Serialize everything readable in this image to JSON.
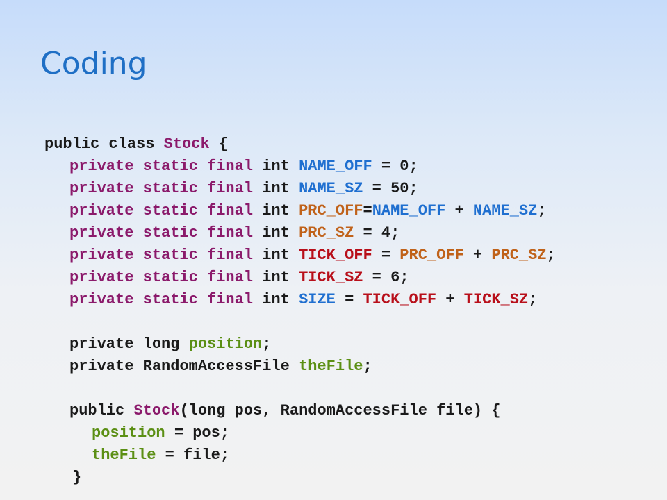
{
  "slide": {
    "title": "Coding"
  },
  "colors": {
    "title": "#1f6fc5",
    "keyword": "#8b1a6b",
    "constant_blue": "#1f6fd0",
    "constant_orange": "#c0621a",
    "constant_red": "#b80f1a",
    "field_green": "#5b8f14",
    "plain": "#1a1a1a"
  },
  "code": {
    "line1": {
      "a": "public class ",
      "b": "Stock",
      "c": " {"
    },
    "line2": {
      "a": "private static final ",
      "b": "int ",
      "c": "NAME_OFF",
      "d": " = 0;"
    },
    "line3": {
      "a": "private static final ",
      "b": "int ",
      "c": "NAME_SZ",
      "d": " = 50;"
    },
    "line4": {
      "a": "private static final ",
      "b": "int ",
      "c": "PRC_OFF",
      "d": "=",
      "e": "NAME_OFF",
      "f": " + ",
      "g": "NAME_SZ",
      "h": ";"
    },
    "line5": {
      "a": "private static final ",
      "b": "int ",
      "c": "PRC_SZ",
      "d": " = 4;"
    },
    "line6": {
      "a": "private static final ",
      "b": "int ",
      "c": "TICK_OFF",
      "d": " = ",
      "e": "PRC_OFF",
      "f": " + ",
      "g": "PRC_SZ",
      "h": ";"
    },
    "line7": {
      "a": "private static final ",
      "b": "int ",
      "c": "TICK_SZ",
      "d": " = 6;"
    },
    "line8": {
      "a": "private static final ",
      "b": "int ",
      "c": "SIZE",
      "d": " = ",
      "e": "TICK_OFF",
      "f": " + ",
      "g": "TICK_SZ",
      "h": ";"
    },
    "line9": {
      "a": "private long ",
      "b": "position",
      "c": ";"
    },
    "line10": {
      "a": "private RandomAccessFile ",
      "b": "theFile",
      "c": ";"
    },
    "line11": {
      "a": "public ",
      "b": "Stock",
      "c": "(long pos, RandomAccessFile file) {"
    },
    "line12": {
      "a": "position",
      "b": " = pos;"
    },
    "line13": {
      "a": "theFile",
      "b": " = file;"
    },
    "line14": {
      "a": "}"
    }
  }
}
